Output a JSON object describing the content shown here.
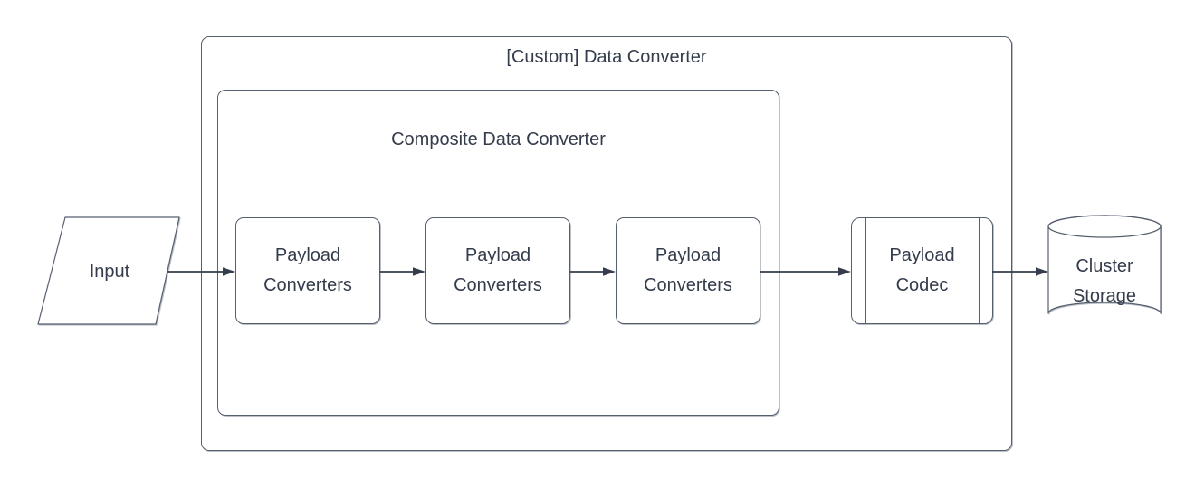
{
  "diagram": {
    "outer_group": {
      "title": "[Custom] Data Converter"
    },
    "inner_group": {
      "title": "Composite Data Converter"
    },
    "nodes": {
      "input": {
        "label": "Input",
        "shape": "parallelogram"
      },
      "payload_converters": [
        {
          "label": "Payload Converters"
        },
        {
          "label": "Payload Converters"
        },
        {
          "label": "Payload Converters"
        }
      ],
      "payload_codec": {
        "label": "Payload Codec",
        "shape": "predefined-process"
      },
      "cluster_storage": {
        "label": "Cluster Storage",
        "shape": "cylinder"
      }
    },
    "flow": [
      "Input -> Payload Converters (1)",
      "Payload Converters (1) -> Payload Converters (2)",
      "Payload Converters (2) -> Payload Converters (3)",
      "Payload Converters (3) -> Payload Codec",
      "Payload Codec -> Cluster Storage"
    ],
    "colors": {
      "background": "#ffffff",
      "border": "#565f6e",
      "text": "#343c4c",
      "arrow": "#353d4c"
    }
  }
}
